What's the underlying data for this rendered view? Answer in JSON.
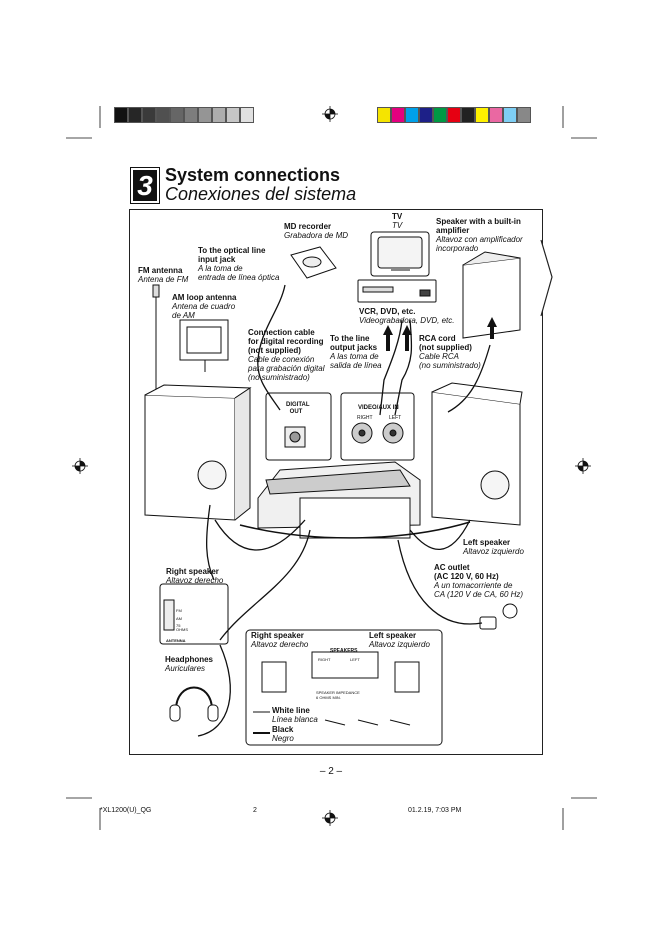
{
  "header": {
    "step_number": "3",
    "title_en": "System connections",
    "title_es": "Conexiones del sistema"
  },
  "color_bar": {
    "grays": [
      "#111111",
      "#262626",
      "#3a3a3a",
      "#505050",
      "#666666",
      "#7d7d7d",
      "#959595",
      "#adadad",
      "#c6c6c6",
      "#e0e0e0"
    ],
    "colors": [
      "#f5e400",
      "#e4007f",
      "#00a0e9",
      "#1d2088",
      "#009944",
      "#e60012",
      "#222222",
      "#fff100",
      "#ea68a2",
      "#7ecef4",
      "#888888"
    ]
  },
  "labels": {
    "md_recorder": {
      "en": "MD recorder",
      "es": "Grabadora de MD"
    },
    "tv": {
      "en": "TV",
      "es": "TV"
    },
    "speaker_builtin_amp": {
      "en": "Speaker with a built-in\namplifier",
      "es": "Altavoz con amplificador\nincorporado"
    },
    "optical_input": {
      "en": "To the optical line\ninput jack",
      "es": "A la toma de\nentrada de línea óptica"
    },
    "fm_antenna": {
      "en": "FM antenna",
      "es": "Antena de FM"
    },
    "am_loop": {
      "en": "AM loop antenna",
      "es": "Antena de cuadro\nde AM"
    },
    "vcr_dvd": {
      "en": "VCR, DVD, etc.",
      "es": "Videograbadora, DVD, etc."
    },
    "connection_cable": {
      "en": "Connection cable\nfor digital recording\n(not supplied)",
      "es": "Cable de conexión\npara grabación digital\n(no suministrado)"
    },
    "line_output": {
      "en": "To the line\noutput jacks",
      "es": "A las toma de\nsalida de línea"
    },
    "rca_cord": {
      "en": "RCA cord\n(not supplied)",
      "es": "Cable RCA\n(no suministrado)"
    },
    "left_speaker": {
      "en": "Left speaker",
      "es": "Altavoz izquierdo"
    },
    "right_speaker": {
      "en": "Right speaker",
      "es": "Altavoz derecho"
    },
    "ac_outlet": {
      "en": "AC outlet\n(AC 120 V, 60 Hz)",
      "es": "A un tomacorriente de\nCA (120 V de CA, 60 Hz)"
    },
    "headphones": {
      "en": "Headphones",
      "es": "Auriculares"
    },
    "inset_right_speaker": {
      "en": "Right speaker",
      "es": "Altavoz derecho"
    },
    "inset_left_speaker": {
      "en": "Left speaker",
      "es": "Altavoz izquierdo"
    },
    "white_line": {
      "en": "White line",
      "es": "Línea blanca"
    },
    "black": {
      "en": "Black",
      "es": "Negro"
    }
  },
  "panel_text": {
    "digital_out": "DIGITAL\nOUT",
    "video_aux_in": "VIDEO/AUX IN",
    "right": "RIGHT",
    "left": "LEFT",
    "speakers": "SPEAKERS",
    "right_small": "RIGHT",
    "left_small": "LEFT",
    "impedance": "SPEAKER IMPEDANCE\n6 OHMS MIN.",
    "antenna": "ANTENNA",
    "fm": "FM",
    "am": "AM",
    "ohm": "75\nOHMS"
  },
  "footer": {
    "page_number": "– 2 –",
    "file": "*XL1200(U)_QG",
    "page": "2",
    "timestamp": "01.2.19, 7:03 PM"
  }
}
